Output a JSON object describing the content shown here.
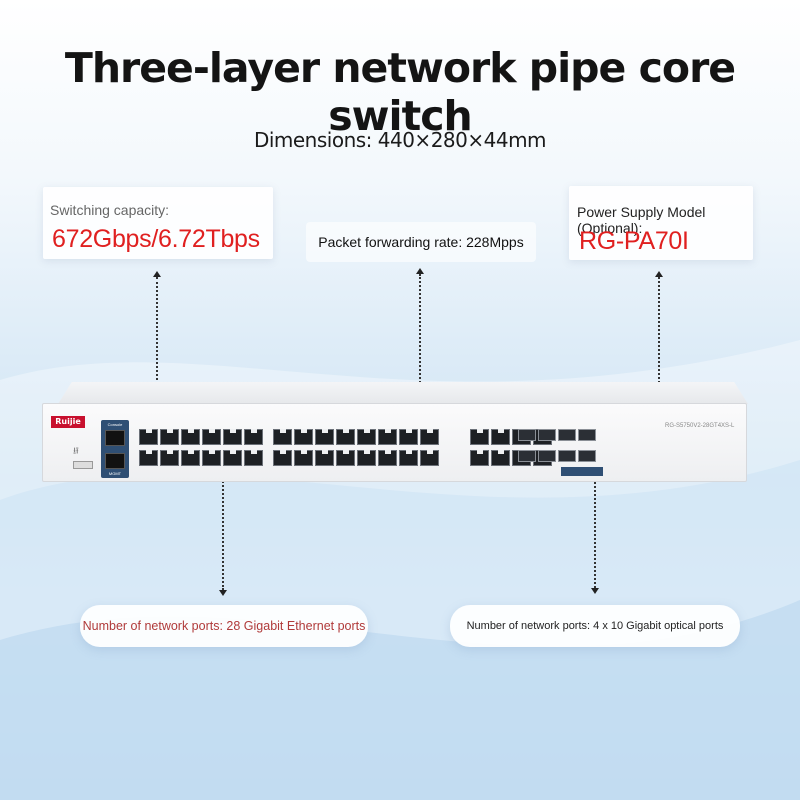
{
  "title": "Three-layer network pipe core switch",
  "dimensions": "Dimensions: 440×280×44mm",
  "switching_capacity": {
    "label": "Switching capacity:",
    "value": "672Gbps/6.72Tbps"
  },
  "packet_forwarding": "Packet forwarding rate: 228Mpps",
  "power_supply": {
    "label": "Power Supply Model (Optional):",
    "value": "RG-PA70I"
  },
  "ethernet_ports": "Number of network ports: 28 Gigabit Ethernet ports",
  "optical_ports": "Number of network ports: 4 x 10 Gigabit optical ports",
  "device": {
    "brand": "Ruijie",
    "model": "RG-S5750V2-28GT4XS-L",
    "console_label": "Console",
    "mgmt_label": "MGMT"
  },
  "colors": {
    "accent_red": "#e02020",
    "title_text": "#141414",
    "port_panel_blue": "#2f4f74"
  }
}
